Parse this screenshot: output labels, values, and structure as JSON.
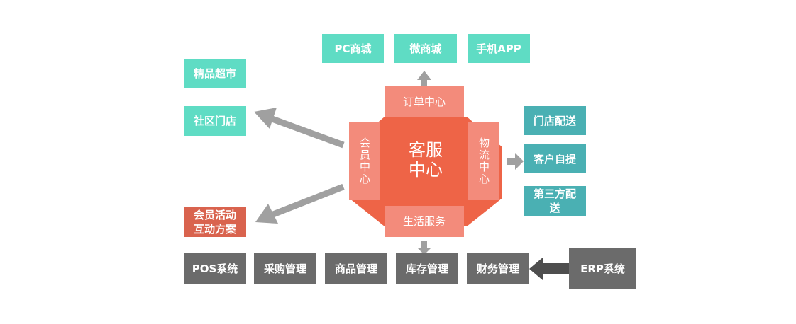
{
  "top_channels": [
    "PC商城",
    "微商城",
    "手机APP"
  ],
  "left_channels": [
    "精品超市",
    "社区门店"
  ],
  "promo": "会员活动\n互动方案",
  "center": {
    "title": "客服\n中心"
  },
  "modules": {
    "top": "订单中心",
    "left": "会员中心",
    "right": "物流中心",
    "bottom": "生活服务"
  },
  "delivery": [
    "门店配送",
    "客户自提",
    "第三方配\n送"
  ],
  "backend": [
    "POS系统",
    "采购管理",
    "商品管理",
    "库存管理",
    "财务管理"
  ],
  "erp": "ERP系统",
  "colors": {
    "teal": "#5fdcc4",
    "dark_teal": "#4ab0b3",
    "gray": "#6b6b6b",
    "red": "#d9634e",
    "salmon": "#f38b7b",
    "center": "#ee6447",
    "arrow": "#a0a0a0"
  }
}
